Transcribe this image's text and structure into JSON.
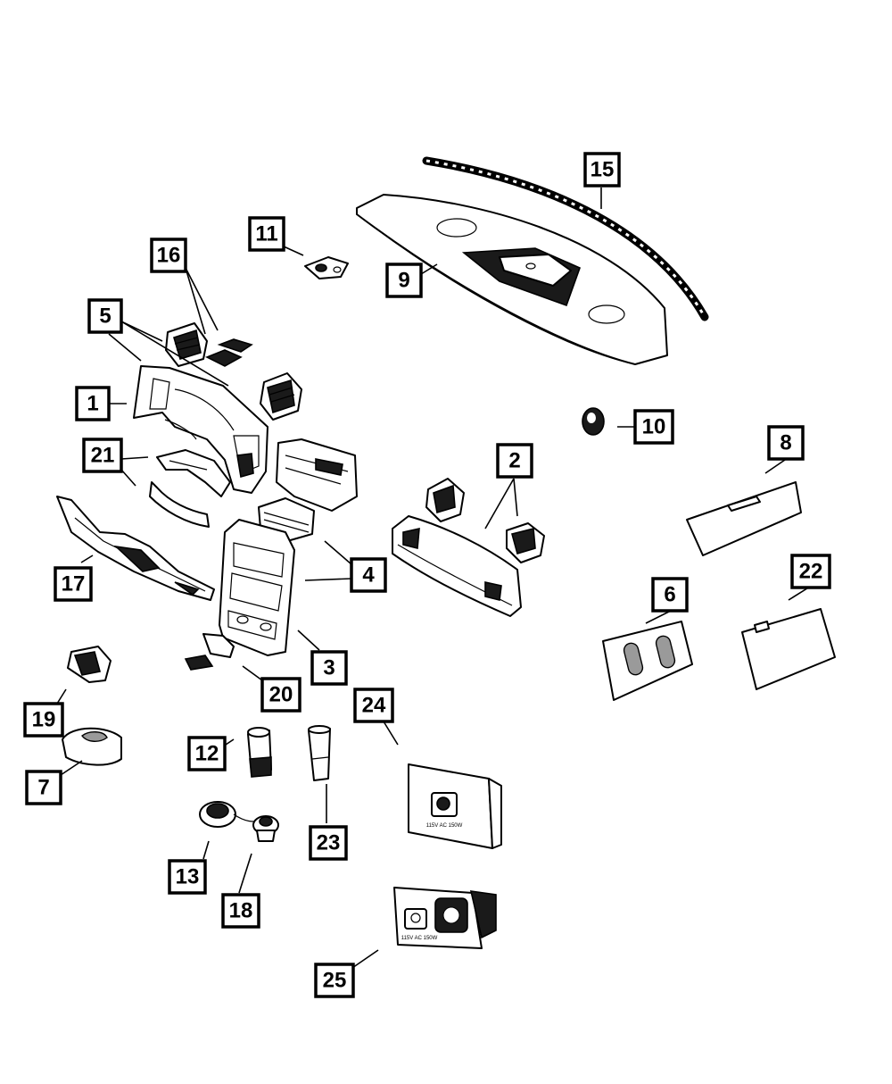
{
  "diagram": {
    "callouts": [
      {
        "id": "1",
        "label": "1"
      },
      {
        "id": "2",
        "label": "2"
      },
      {
        "id": "3",
        "label": "3"
      },
      {
        "id": "4",
        "label": "4"
      },
      {
        "id": "5",
        "label": "5"
      },
      {
        "id": "6",
        "label": "6"
      },
      {
        "id": "7",
        "label": "7"
      },
      {
        "id": "8",
        "label": "8"
      },
      {
        "id": "9",
        "label": "9"
      },
      {
        "id": "10",
        "label": "10"
      },
      {
        "id": "11",
        "label": "11"
      },
      {
        "id": "12",
        "label": "12"
      },
      {
        "id": "13",
        "label": "13"
      },
      {
        "id": "15",
        "label": "15"
      },
      {
        "id": "16",
        "label": "16"
      },
      {
        "id": "17",
        "label": "17"
      },
      {
        "id": "18",
        "label": "18"
      },
      {
        "id": "19",
        "label": "19"
      },
      {
        "id": "20",
        "label": "20"
      },
      {
        "id": "21",
        "label": "21"
      },
      {
        "id": "22",
        "label": "22"
      },
      {
        "id": "23",
        "label": "23"
      },
      {
        "id": "24",
        "label": "24"
      },
      {
        "id": "25",
        "label": "25"
      }
    ],
    "power_outlet_label_24": "115V AC 150W",
    "power_outlet_label_25": "115V AC 150W"
  }
}
